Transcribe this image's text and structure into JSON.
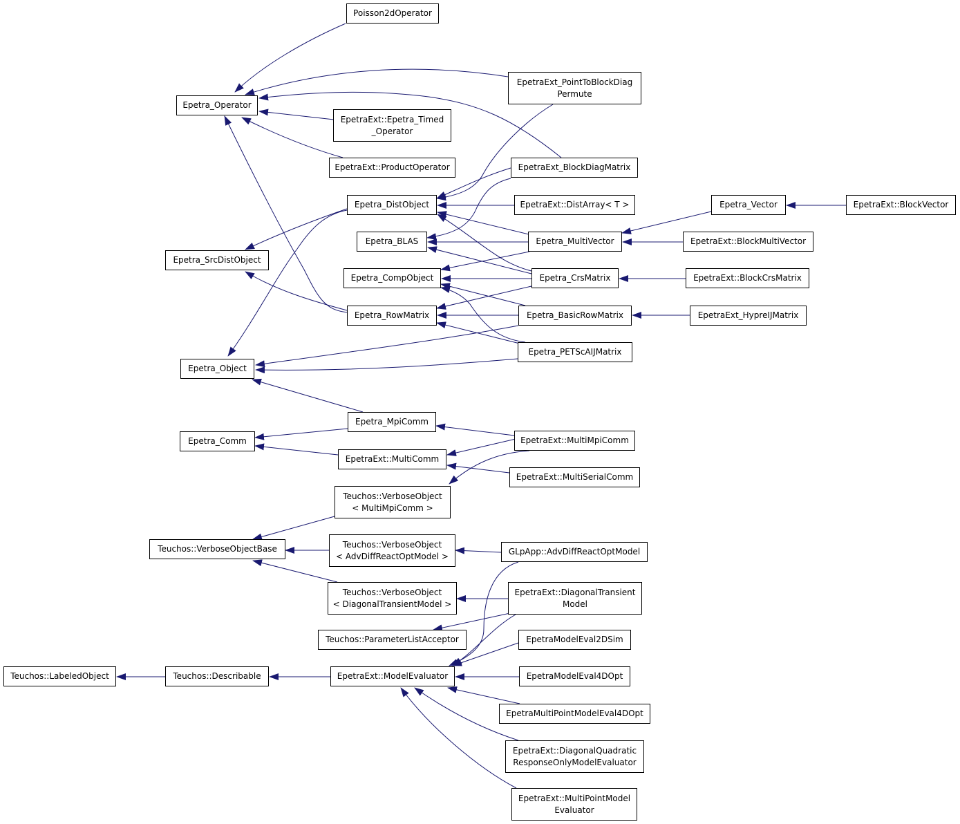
{
  "colors": {
    "edge": "#191970",
    "node_border": "#000000",
    "background": "#ffffff"
  },
  "nodes": {
    "poisson": [
      "Poisson2dOperator"
    ],
    "op": [
      "Epetra_Operator"
    ],
    "ptb": [
      "EpetraExt_PointToBlockDiag",
      "Permute"
    ],
    "timed": [
      "EpetraExt::Epetra_Timed",
      "_Operator"
    ],
    "prodop": [
      "EpetraExt::ProductOperator"
    ],
    "bdm": [
      "EpetraExt_BlockDiagMatrix"
    ],
    "dist": [
      "Epetra_DistObject"
    ],
    "distarr": [
      "EpetraExt::DistArray< T >"
    ],
    "vec": [
      "Epetra_Vector"
    ],
    "bvec": [
      "EpetraExt::BlockVector"
    ],
    "blas": [
      "Epetra_BLAS"
    ],
    "mv": [
      "Epetra_MultiVector"
    ],
    "bmv": [
      "EpetraExt::BlockMultiVector"
    ],
    "src": [
      "Epetra_SrcDistObject"
    ],
    "comp": [
      "Epetra_CompObject"
    ],
    "crs": [
      "Epetra_CrsMatrix"
    ],
    "bcrs": [
      "EpetraExt::BlockCrsMatrix"
    ],
    "row": [
      "Epetra_RowMatrix"
    ],
    "brm": [
      "Epetra_BasicRowMatrix"
    ],
    "hypre": [
      "EpetraExt_HypreIJMatrix"
    ],
    "obj": [
      "Epetra_Object"
    ],
    "petsc": [
      "Epetra_PETScAIJMatrix"
    ],
    "mpi": [
      "Epetra_MpiComm"
    ],
    "comm": [
      "Epetra_Comm"
    ],
    "mmpi": [
      "EpetraExt::MultiMpiComm"
    ],
    "mcomm": [
      "EpetraExt::MultiComm"
    ],
    "mser": [
      "EpetraExt::MultiSerialComm"
    ],
    "vo_mpi": [
      "Teuchos::VerboseObject",
      "< MultiMpiComm >"
    ],
    "vob": [
      "Teuchos::VerboseObjectBase"
    ],
    "vo_adv": [
      "Teuchos::VerboseObject",
      "< AdvDiffReactOptModel >"
    ],
    "glp": [
      "GLpApp::AdvDiffReactOptModel"
    ],
    "vo_diag": [
      "Teuchos::VerboseObject",
      "< DiagonalTransientModel >"
    ],
    "dtm": [
      "EpetraExt::DiagonalTransient",
      "Model"
    ],
    "pla": [
      "Teuchos::ParameterListAcceptor"
    ],
    "e2d": [
      "EpetraModelEval2DSim"
    ],
    "labeled": [
      "Teuchos::LabeledObject"
    ],
    "desc": [
      "Teuchos::Describable"
    ],
    "me": [
      "EpetraExt::ModelEvaluator"
    ],
    "e4d": [
      "EpetraModelEval4DOpt"
    ],
    "emp": [
      "EpetraMultiPointModelEval4DOpt"
    ],
    "dq": [
      "EpetraExt::DiagonalQuadratic",
      "ResponseOnlyModelEvaluator"
    ],
    "mpme": [
      "EpetraExt::MultiPointModel",
      "Evaluator"
    ]
  }
}
